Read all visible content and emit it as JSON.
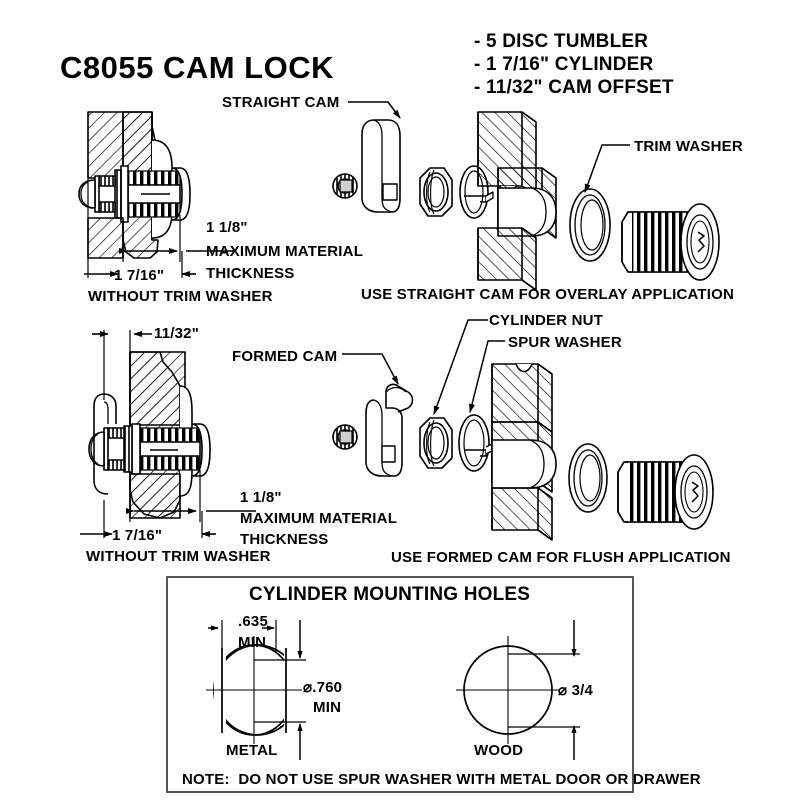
{
  "document": {
    "title": "C8055 CAM LOCK",
    "specs": [
      "- 5 DISC TUMBLER",
      "- 1 7/16\" CYLINDER",
      "- 11/32\" CAM OFFSET"
    ]
  },
  "overlay_assembly": {
    "cam_label": "STRAIGHT CAM",
    "trim_washer_label": "TRIM WASHER",
    "caption": "USE STRAIGHT CAM FOR OVERLAY APPLICATION",
    "dims": {
      "thickness_value": "1 1/8\"",
      "thickness_line1": "MAXIMUM MATERIAL",
      "thickness_line2": "THICKNESS",
      "cylinder_value": "1 7/16\"",
      "cylinder_note": "WITHOUT TRIM WASHER"
    }
  },
  "flush_assembly": {
    "cam_label": "FORMED CAM",
    "cylinder_nut_label": "CYLINDER NUT",
    "spur_washer_label": "SPUR WASHER",
    "caption": "USE FORMED CAM FOR FLUSH APPLICATION",
    "dims": {
      "offset_value": "11/32\"",
      "thickness_value": "1 1/8\"",
      "thickness_line1": "MAXIMUM MATERIAL",
      "thickness_line2": "THICKNESS",
      "cylinder_value": "1 7/16\"",
      "cylinder_note": "WITHOUT TRIM WASHER"
    }
  },
  "mounting_holes": {
    "title": "CYLINDER MOUNTING HOLES",
    "metal": {
      "flat_value": ".635",
      "flat_qualifier": "MIN",
      "diameter_value": "⌀.760",
      "diameter_qualifier": "MIN",
      "material_label": "METAL"
    },
    "wood": {
      "diameter_value": "⌀ 3/4",
      "material_label": "WOOD"
    },
    "note": "NOTE:  DO NOT USE SPUR WASHER WITH METAL DOOR OR DRAWER"
  },
  "colors": {
    "ink": "#000000",
    "line": "#1a1a1a",
    "paper": "#ffffff",
    "box_border": "#555555",
    "hatch": "#000000"
  }
}
